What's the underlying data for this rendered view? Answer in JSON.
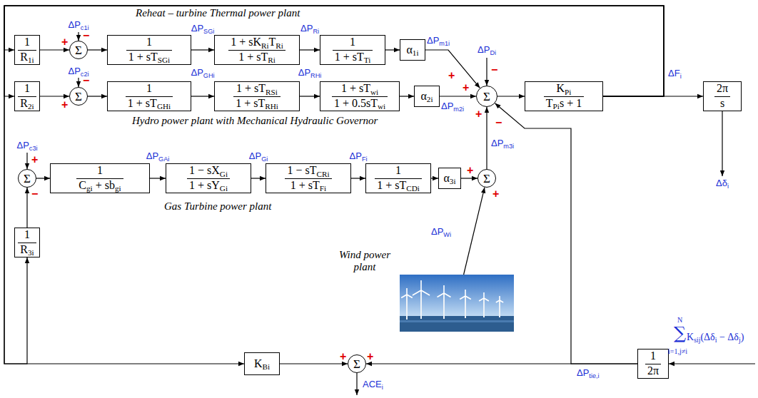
{
  "diagram": {
    "nodes": [
      {
        "text": [
          "1",
          "R1i"
        ]
      },
      {
        "text": [
          "Σ"
        ]
      },
      {
        "text": [
          "1",
          "1 + sTSGi"
        ]
      },
      {
        "text": [
          "1 + sKRiTRi",
          "1 + sTRi"
        ]
      },
      {
        "text": [
          "1",
          "1 + sTTi"
        ]
      },
      {
        "text": [
          "α1i"
        ]
      },
      {
        "text": [
          "1",
          "R2i"
        ]
      },
      {
        "text": [
          "Σ"
        ]
      },
      {
        "text": [
          "1",
          "1 + sTGHi"
        ]
      },
      {
        "text": [
          "1 + sTRSi",
          "1 + sTRHi"
        ]
      },
      {
        "text": [
          "1 + sTwi",
          "1 + 0.5sTwi"
        ]
      },
      {
        "text": [
          "α2i"
        ]
      },
      {
        "text": [
          "Σ"
        ]
      },
      {
        "text": [
          "KPi",
          "TPis + 1"
        ]
      },
      {
        "text": [
          "2π",
          "s"
        ]
      },
      {
        "text": [
          "Σ"
        ]
      },
      {
        "text": [
          "1",
          "Cgi + sbgi"
        ]
      },
      {
        "text": [
          "1 − sXGi",
          "1 + sYGi"
        ]
      },
      {
        "text": [
          "1 − sTCRi",
          "1 + sTFi"
        ]
      },
      {
        "text": [
          "1",
          "1 + sTCDi"
        ]
      },
      {
        "text": [
          "α3i"
        ]
      },
      {
        "text": [
          "Σ"
        ]
      },
      {
        "text": [
          "1",
          "R3i"
        ]
      },
      {
        "text": [
          "Wind power plant"
        ]
      },
      {
        "text": [
          "KBi"
        ]
      },
      {
        "text": [
          "Σ"
        ]
      },
      {
        "text": [
          "1",
          "2π"
        ]
      }
    ],
    "edges": [
      {
        "from": 0,
        "to": 1,
        "arrow": "to"
      },
      {
        "from": 1,
        "to": 2,
        "arrow": "to"
      },
      {
        "from": 2,
        "to": 3,
        "arrow": "to"
      },
      {
        "from": 3,
        "to": 4,
        "arrow": "to"
      },
      {
        "from": 4,
        "to": 5,
        "arrow": "to"
      },
      {
        "from": 5,
        "to": 12,
        "arrow": "to"
      },
      {
        "from": 6,
        "to": 7,
        "arrow": "to"
      },
      {
        "from": 7,
        "to": 8,
        "arrow": "to"
      },
      {
        "from": 8,
        "to": 9,
        "arrow": "to"
      },
      {
        "from": 9,
        "to": 10,
        "arrow": "to"
      },
      {
        "from": 10,
        "to": 11,
        "arrow": "to"
      },
      {
        "from": 11,
        "to": 12,
        "arrow": "to"
      },
      {
        "from": 12,
        "to": 13,
        "arrow": "to"
      },
      {
        "from": 13,
        "to": 14,
        "arrow": "to"
      },
      {
        "from": 13,
        "to": 0,
        "arrow": "to"
      },
      {
        "from": 13,
        "to": 6,
        "arrow": "to"
      },
      {
        "from": 13,
        "to": 22,
        "arrow": "to"
      },
      {
        "from": 13,
        "to": 24,
        "arrow": "to"
      },
      {
        "from": 22,
        "to": 15,
        "arrow": "to"
      },
      {
        "from": 15,
        "to": 16,
        "arrow": "to"
      },
      {
        "from": 16,
        "to": 17,
        "arrow": "to"
      },
      {
        "from": 17,
        "to": 18,
        "arrow": "to"
      },
      {
        "from": 18,
        "to": 19,
        "arrow": "to"
      },
      {
        "from": 19,
        "to": 20,
        "arrow": "to"
      },
      {
        "from": 20,
        "to": 21,
        "arrow": "to"
      },
      {
        "from": 21,
        "to": 12,
        "arrow": "to"
      },
      {
        "from": 23,
        "to": 21,
        "arrow": "to"
      },
      {
        "from": 24,
        "to": 25,
        "arrow": "to"
      },
      {
        "from": 26,
        "to": 25,
        "arrow": "to"
      },
      {
        "from": 26,
        "to": 12,
        "arrow": "to"
      }
    ],
    "labels": [
      "Reheat – turbine Thermal power plant",
      "ΔPc1i",
      "+",
      "−",
      "ΔPSGi",
      "ΔPRi",
      "ΔPm1i",
      "ΔPDi",
      "−",
      "+",
      "ΔFi",
      "ΔPc2i",
      "−",
      "+",
      "ΔPGHi",
      "ΔPRHi",
      "+",
      "ΔPm2i",
      "+",
      "−",
      "Hydro power plant with Mechanical Hydraulic Governor",
      "ΔPc3i",
      "+",
      "ΔPGAi",
      "ΔPGi",
      "ΔPFi",
      "+",
      "ΔPm3i",
      "Δδi",
      "Gas Turbine power plant",
      "−",
      "ΔPWi",
      "+",
      "N",
      "∑",
      "i=1,j≠i",
      "Ksij(Δδi − Δδj)",
      "ΔPtie,i",
      "+",
      "+",
      "ACEi"
    ]
  }
}
